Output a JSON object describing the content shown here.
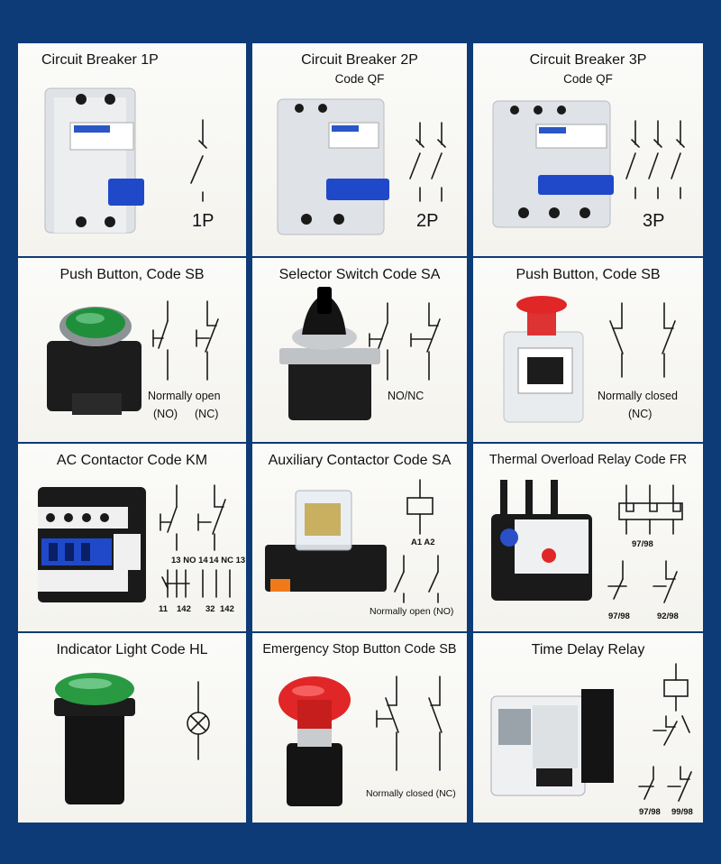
{
  "cells": [
    {
      "title": "Circuit Breaker 1P",
      "symbol_label": "1P"
    },
    {
      "title": "Circuit Breaker 2P",
      "subtitle": "Code QF",
      "symbol_label": "2P"
    },
    {
      "title": "Circuit Breaker 3P",
      "subtitle": "Code QF",
      "symbol_label": "3P"
    },
    {
      "title": "Push Button, Code SB",
      "caption_line1": "Normally open",
      "caption_no": "(NO)",
      "caption_nc": "(NC)"
    },
    {
      "title": "Selector Switch Code SA",
      "caption_line1": "NO/NC"
    },
    {
      "title": "Push Button, Code SB",
      "caption_line1": "Normally closed",
      "caption_line2": "(NC)"
    },
    {
      "title": "AC Contactor Code KM",
      "terminals_top_left": "13 NO 14",
      "terminals_top_right": "14 NC 13",
      "terminals_bottom_left": "11",
      "terminals_bottom_mid": "142",
      "terminals_bottom_mid2": "32",
      "terminals_bottom_right": "142"
    },
    {
      "title": "Auxiliary Contactor Code SA",
      "coil_terminals": "A1 A2",
      "caption_line1": "Normally open (NO)"
    },
    {
      "title": "Thermal Overload Relay Code FR",
      "term_a": "97/98",
      "term_b": "97/98",
      "term_c": "92/98"
    },
    {
      "title": "Indicator Light  Code HL"
    },
    {
      "title": "Emergency Stop Button Code SB",
      "caption_line1": "Normally closed (NC)"
    },
    {
      "title": "Time Delay Relay",
      "term_a": "97/98",
      "term_b": "99/98"
    }
  ],
  "colors": {
    "background": "#0d3b78",
    "card": "#f7f6f2",
    "accent_blue": "#1f49c9",
    "accent_red": "#e02626",
    "accent_green": "#1f8f3c"
  }
}
